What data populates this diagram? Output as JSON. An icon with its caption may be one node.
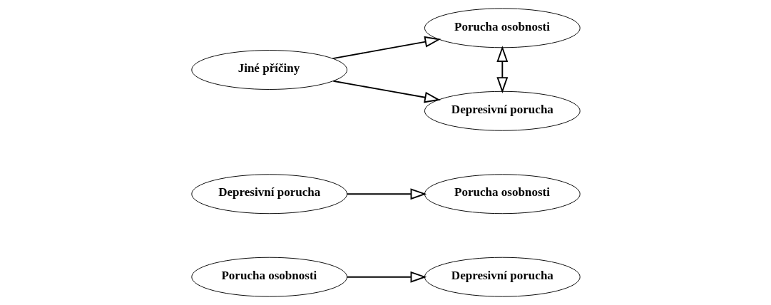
{
  "diagram": {
    "nodes": [
      {
        "text": [
          "Porucha osobnosti"
        ]
      },
      {
        "text": [
          "Depresivní porucha"
        ]
      },
      {
        "text": [
          "Depresivní porucha"
        ]
      },
      {
        "text": [
          "Porucha osobnosti"
        ]
      },
      {
        "text": [
          "Jiné příčiny"
        ]
      },
      {
        "text": [
          "Porucha osobnosti"
        ]
      },
      {
        "text": [
          "Depresivní porucha"
        ]
      }
    ],
    "edges": [
      {
        "from": 0,
        "to": 1,
        "arrow": "to"
      },
      {
        "from": 2,
        "to": 3,
        "arrow": "to"
      },
      {
        "from": 4,
        "to": 5,
        "arrow": "to"
      },
      {
        "from": 4,
        "to": 6,
        "arrow": "to"
      },
      {
        "from": 5,
        "to": 6,
        "arrow": "both"
      }
    ]
  }
}
